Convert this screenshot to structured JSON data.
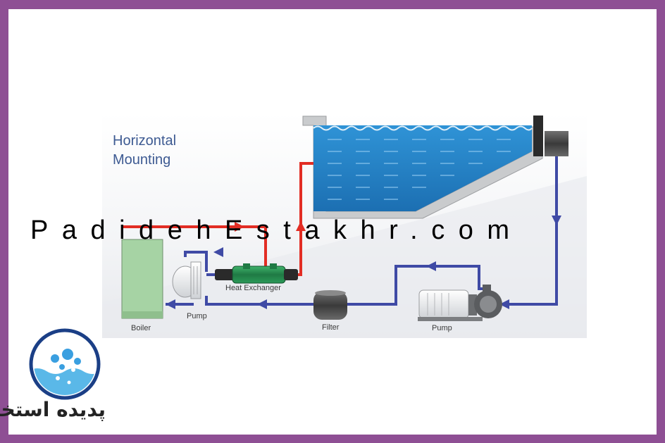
{
  "diagram": {
    "title_line1": "Horizontal",
    "title_line2": "Mounting",
    "labels": {
      "heat_exchanger": "Heat Exchanger",
      "boiler": "Boiler",
      "pump_left": "Pump",
      "filter": "Filter",
      "pump_right": "Pump"
    },
    "colors": {
      "hot_line": "#e22d24",
      "cold_line": "#3f4aa5",
      "water": "#1f7fc9",
      "boiler": "#a6d3a4",
      "frame": "#8e4f94"
    }
  },
  "watermark": "PadidehEstakhr.com",
  "logo": {
    "text": "پدیده استخر"
  }
}
